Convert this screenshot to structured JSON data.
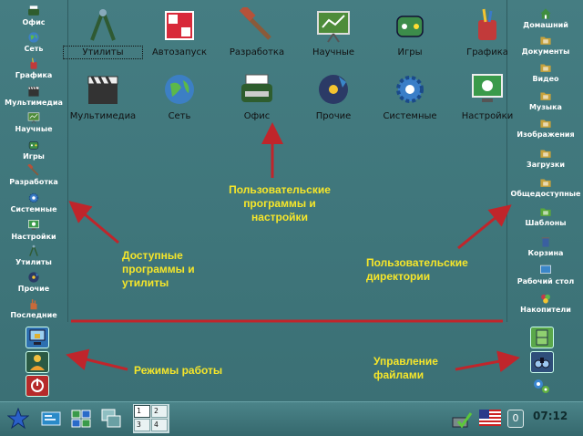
{
  "left_panel": {
    "items": [
      {
        "label": "Офис",
        "icon": "office-icon",
        "color": "#2e5d2e"
      },
      {
        "label": "Сеть",
        "icon": "globe-icon",
        "color": "#3c7fc4"
      },
      {
        "label": "Графика",
        "icon": "paint-icon",
        "color": "#c23a3a"
      },
      {
        "label": "Мультимедиа",
        "icon": "clapper-icon",
        "color": "#333333"
      },
      {
        "label": "Научные",
        "icon": "chart-board-icon",
        "color": "#4e8c3a"
      },
      {
        "label": "Игры",
        "icon": "gamepad-icon",
        "color": "#3c8c4a"
      },
      {
        "label": "Разработка",
        "icon": "hammer-icon",
        "color": "#b5523a"
      },
      {
        "label": "Системные",
        "icon": "gear-icon",
        "color": "#3a7ec8"
      },
      {
        "label": "Настройки",
        "icon": "monitor-icon",
        "color": "#3a9a4a"
      },
      {
        "label": "Утилиты",
        "icon": "compass-icon",
        "color": "#2f5a32"
      },
      {
        "label": "Прочие",
        "icon": "music-icon",
        "color": "#2b3a66"
      },
      {
        "label": "Последние",
        "icon": "hand-icon",
        "color": "#c96a3a"
      }
    ]
  },
  "right_panel": {
    "items": [
      {
        "label": "Домашний",
        "icon": "home-icon",
        "color": "#3f8d3f"
      },
      {
        "label": "Документы",
        "icon": "document-folder-icon",
        "color": "#c7a23c"
      },
      {
        "label": "Видео",
        "icon": "video-folder-icon",
        "color": "#c7a23c"
      },
      {
        "label": "Музыка",
        "icon": "music-folder-icon",
        "color": "#c7a23c"
      },
      {
        "label": "Изображения",
        "icon": "images-folder-icon",
        "color": "#c7a23c"
      },
      {
        "label": "Загрузки",
        "icon": "downloads-folder-icon",
        "color": "#c7a23c"
      },
      {
        "label": "Общедоступные",
        "icon": "public-folder-icon",
        "color": "#c7a23c"
      },
      {
        "label": "Шаблоны",
        "icon": "templates-folder-icon",
        "color": "#5aa83a"
      },
      {
        "label": "Корзина",
        "icon": "trash-icon",
        "color": "#3a5fa0"
      },
      {
        "label": "Рабочий стол",
        "icon": "desktop-icon",
        "color": "#3a86c8"
      },
      {
        "label": "Накопители",
        "icon": "drives-icon",
        "color": "#c23a4a"
      }
    ]
  },
  "main_icons": {
    "row1": [
      {
        "label": "Утилиты",
        "icon": "compass-icon",
        "color": "#2f5a32",
        "selected": true
      },
      {
        "label": "Автозапуск",
        "icon": "autostart-icon",
        "color": "#d8293a"
      },
      {
        "label": "Разработка",
        "icon": "hammer-icon",
        "color": "#b5523a"
      },
      {
        "label": "Научные",
        "icon": "chart-board-icon",
        "color": "#4e8c3a"
      },
      {
        "label": "Игры",
        "icon": "gamepad-icon",
        "color": "#3c8c4a"
      },
      {
        "label": "Графика",
        "icon": "paint-icon",
        "color": "#c23a3a"
      }
    ],
    "row2": [
      {
        "label": "Мультимедиа",
        "icon": "clapper-icon",
        "color": "#333333"
      },
      {
        "label": "Сеть",
        "icon": "globe-icon",
        "color": "#3c7fc4"
      },
      {
        "label": "Офис",
        "icon": "typewriter-icon",
        "color": "#2e5d2e"
      },
      {
        "label": "Прочие",
        "icon": "music-icon",
        "color": "#2b3a66"
      },
      {
        "label": "Системные",
        "icon": "gear-icon",
        "color": "#3a7ec8"
      },
      {
        "label": "Настройки",
        "icon": "monitor-icon",
        "color": "#3a9a4a"
      }
    ]
  },
  "annotations": {
    "user_programs": "Пользовательские программы и настройки",
    "available_programs": "Доступные программы и утилиты",
    "user_dirs": "Пользовательские директории",
    "work_modes": "Режимы работы",
    "file_management": "Управление файлами",
    "color": "#f6e62a",
    "arrow_color": "#c0252b"
  },
  "mode_buttons": [
    {
      "icon": "lock-monitor-icon"
    },
    {
      "icon": "switch-user-icon"
    },
    {
      "icon": "shutdown-icon"
    }
  ],
  "fm_buttons": [
    {
      "icon": "filing-cabinet-icon"
    },
    {
      "icon": "binoculars-icon"
    },
    {
      "icon": "settings-gears-icon"
    }
  ],
  "taskbar": {
    "pager": [
      "1",
      "2",
      "3",
      "4"
    ],
    "active_workspace": "1",
    "workspace_counter": "0",
    "clock": "07:12"
  }
}
